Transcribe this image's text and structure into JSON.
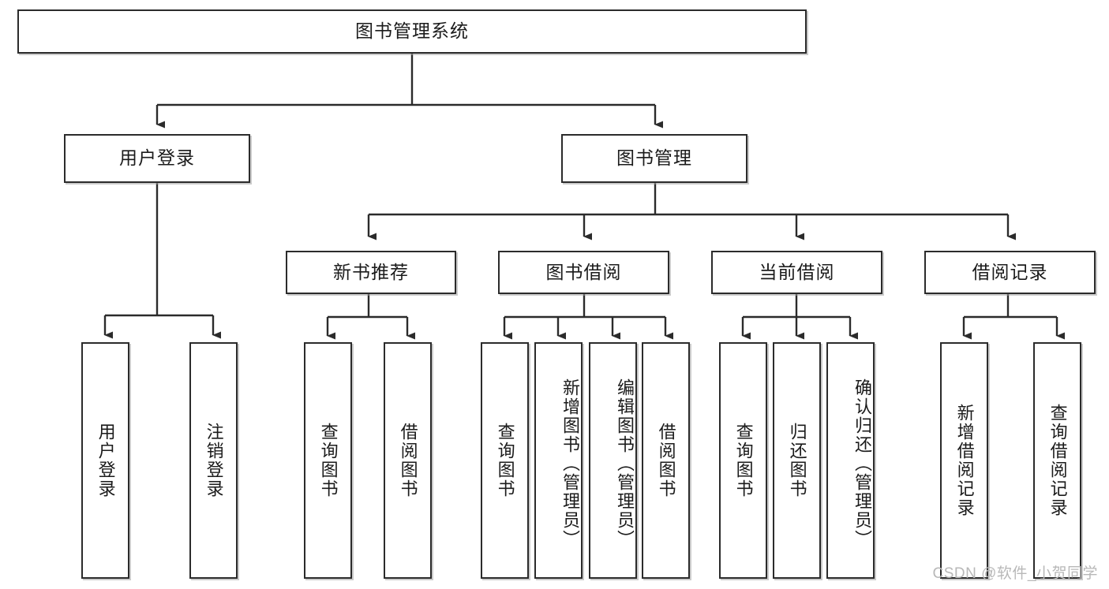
{
  "diagram": {
    "title": "图书管理系统",
    "type": "tree-hierarchy-diagram",
    "watermark": "CSDN @软件_小贺同学",
    "colors": {
      "box_border": "#2b2b2b",
      "box_fill": "#ffffff",
      "connector": "#2b2b2b",
      "text": "#1b1b1b",
      "watermark": "#b8b8b8",
      "background": "#ffffff"
    },
    "root": {
      "label": "图书管理系统"
    },
    "level2": [
      {
        "label": "用户登录"
      },
      {
        "label": "图书管理"
      }
    ],
    "level3": [
      {
        "label": "新书推荐"
      },
      {
        "label": "图书借阅"
      },
      {
        "label": "当前借阅"
      },
      {
        "label": "借阅记录"
      }
    ],
    "leaves": {
      "user_login": [
        {
          "label": "用户登录"
        },
        {
          "label": "注销登录"
        }
      ],
      "new_book_recommend": [
        {
          "label": "查询图书"
        },
        {
          "label": "借阅图书"
        }
      ],
      "book_borrow": [
        {
          "label": "查询图书"
        },
        {
          "label": "新增图书（管理员）"
        },
        {
          "label": "编辑图书（管理员）"
        },
        {
          "label": "借阅图书"
        }
      ],
      "current_borrow": [
        {
          "label": "查询图书"
        },
        {
          "label": "归还图书"
        },
        {
          "label": "确认归还（管理员）"
        }
      ],
      "borrow_record": [
        {
          "label": "新增借阅记录"
        },
        {
          "label": "查询借阅记录"
        }
      ]
    }
  }
}
